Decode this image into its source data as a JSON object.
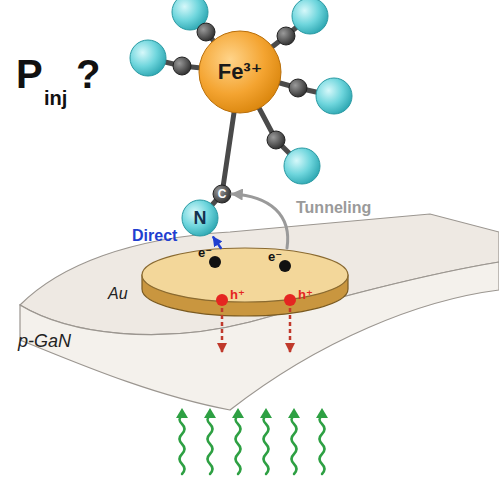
{
  "diagram": {
    "nodes": [
      {
        "text": [
          "Fe³⁺"
        ]
      },
      {
        "text": [
          "C"
        ]
      },
      {
        "text": [
          "N"
        ]
      },
      {
        "text": [
          "p-GaN"
        ]
      },
      {
        "text": [
          "Au"
        ],
        "in": 3
      }
    ],
    "edges": [
      {
        "from": 4,
        "to": 2,
        "arrow": "to",
        "label": "Direct"
      },
      {
        "from": 4,
        "to": 1,
        "arrow": "to",
        "label": "Tunneling"
      }
    ],
    "labels": [
      "P",
      "inj",
      "?",
      "e⁻",
      "e⁻",
      "h⁺",
      "h⁺"
    ]
  }
}
